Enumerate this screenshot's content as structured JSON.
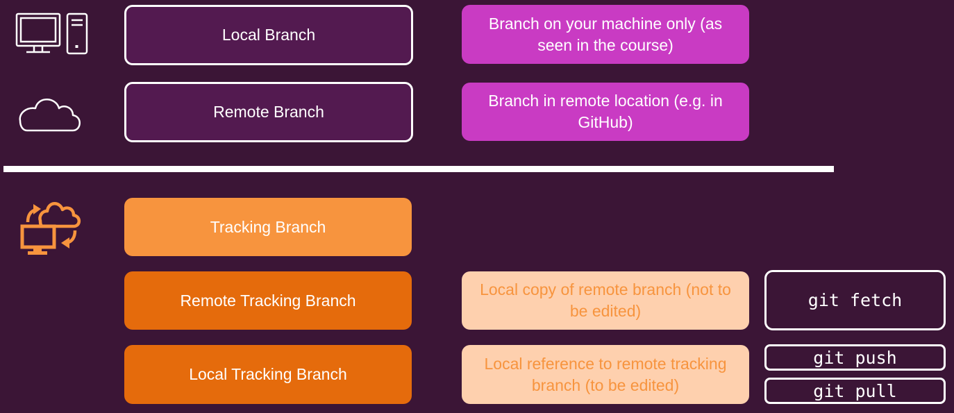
{
  "icons": {
    "row1": "computer-desktop-icon",
    "row2": "cloud-icon",
    "tracking": "cloud-sync-monitor-icon"
  },
  "colors": {
    "background": "#3b1536",
    "outline_box_fill": "#531a50",
    "magenta": "#c93bc3",
    "orange_light": "#f7943e",
    "orange": "#e56b0c",
    "peach": "#fed0ae",
    "white": "#ffffff"
  },
  "branches": {
    "local": {
      "label": "Local Branch",
      "description": "Branch on your machine only (as seen in the course)"
    },
    "remote": {
      "label": "Remote Branch",
      "description": "Branch in remote location (e.g. in GitHub)"
    }
  },
  "tracking": {
    "label": "Tracking Branch",
    "remote_tracking": {
      "label": "Remote Tracking Branch",
      "description": "Local copy of remote branch (not to be edited)",
      "command": "git fetch"
    },
    "local_tracking": {
      "label": "Local Tracking Branch",
      "description": "Local reference to remote tracking branch (to be edited)",
      "commands": [
        "git push",
        "git pull"
      ]
    }
  }
}
